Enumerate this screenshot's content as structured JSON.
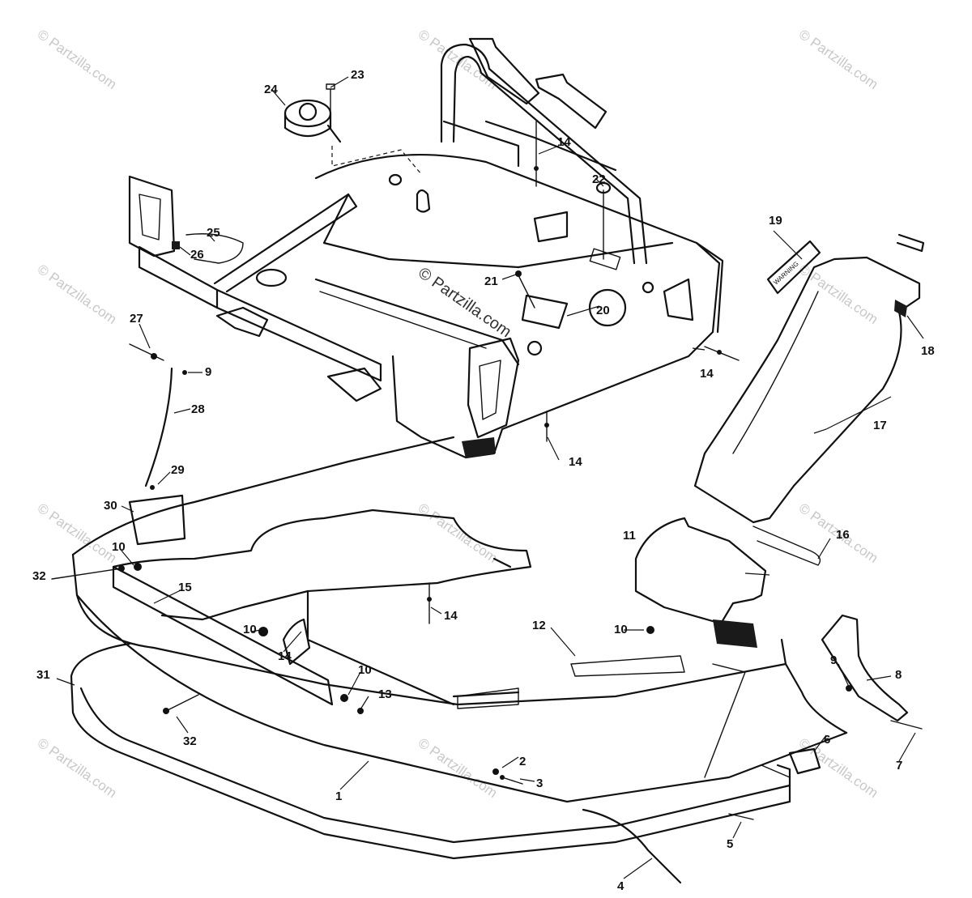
{
  "watermark": {
    "text": "© Partzilla.com",
    "center_text": "© Partzilla.com"
  },
  "callouts": [
    {
      "id": "c1",
      "label": "1"
    },
    {
      "id": "c2",
      "label": "2"
    },
    {
      "id": "c3",
      "label": "3"
    },
    {
      "id": "c4",
      "label": "4"
    },
    {
      "id": "c5",
      "label": "5"
    },
    {
      "id": "c6",
      "label": "6"
    },
    {
      "id": "c7",
      "label": "7"
    },
    {
      "id": "c8",
      "label": "8"
    },
    {
      "id": "c9a",
      "label": "9"
    },
    {
      "id": "c9b",
      "label": "9"
    },
    {
      "id": "c10a",
      "label": "10"
    },
    {
      "id": "c10b",
      "label": "10"
    },
    {
      "id": "c10c",
      "label": "10"
    },
    {
      "id": "c10d",
      "label": "10"
    },
    {
      "id": "c11",
      "label": "11"
    },
    {
      "id": "c12",
      "label": "12"
    },
    {
      "id": "c13",
      "label": "13"
    },
    {
      "id": "c14a",
      "label": "14"
    },
    {
      "id": "c14b",
      "label": "14"
    },
    {
      "id": "c14c",
      "label": "14"
    },
    {
      "id": "c14d",
      "label": "14"
    },
    {
      "id": "c14e",
      "label": "14"
    },
    {
      "id": "c15",
      "label": "15"
    },
    {
      "id": "c16",
      "label": "16"
    },
    {
      "id": "c17",
      "label": "17"
    },
    {
      "id": "c18",
      "label": "18"
    },
    {
      "id": "c19",
      "label": "19"
    },
    {
      "id": "c20",
      "label": "20"
    },
    {
      "id": "c21",
      "label": "21"
    },
    {
      "id": "c22",
      "label": "22"
    },
    {
      "id": "c23",
      "label": "23"
    },
    {
      "id": "c24",
      "label": "24"
    },
    {
      "id": "c25",
      "label": "25"
    },
    {
      "id": "c26",
      "label": "26"
    },
    {
      "id": "c27",
      "label": "27"
    },
    {
      "id": "c28",
      "label": "28"
    },
    {
      "id": "c29",
      "label": "29"
    },
    {
      "id": "c30",
      "label": "30"
    },
    {
      "id": "c31",
      "label": "31"
    },
    {
      "id": "c32a",
      "label": "32"
    },
    {
      "id": "c32b",
      "label": "32"
    }
  ],
  "decal_text": "WARNING"
}
